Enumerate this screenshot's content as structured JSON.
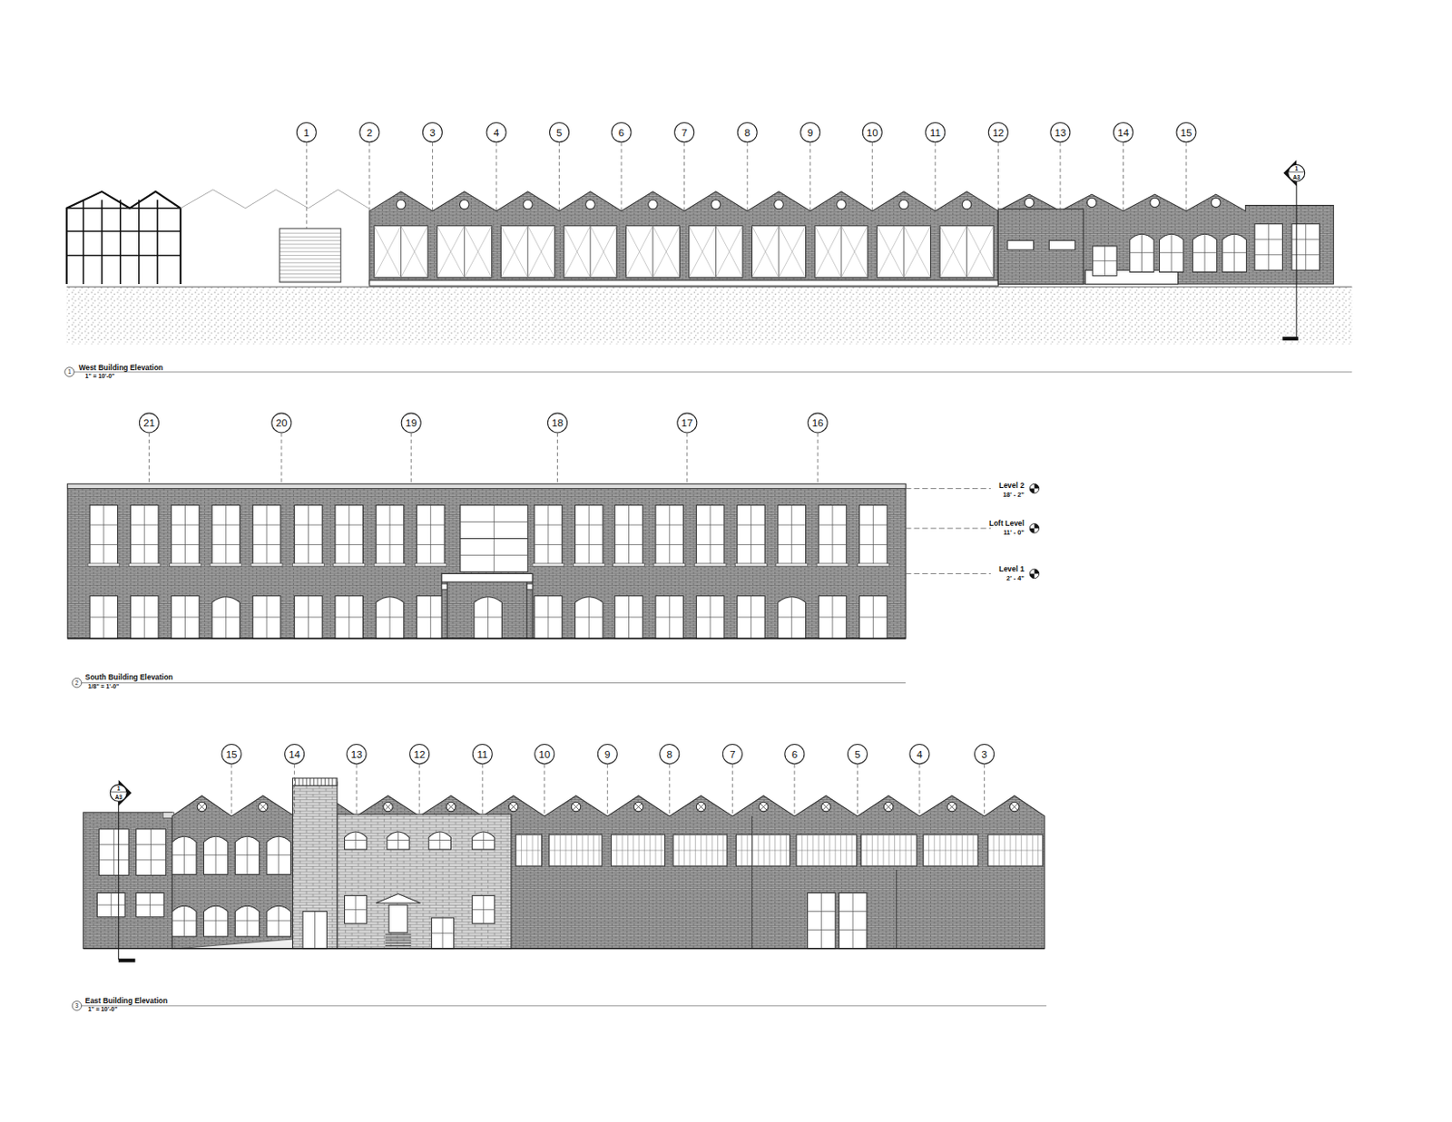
{
  "diagram": {
    "nodes": [
      {
        "text": [
          "1"
        ]
      },
      {
        "text": [
          "2"
        ]
      },
      {
        "text": [
          "3"
        ]
      },
      {
        "text": [
          "4"
        ]
      },
      {
        "text": [
          "5"
        ]
      },
      {
        "text": [
          "6"
        ]
      },
      {
        "text": [
          "7"
        ]
      },
      {
        "text": [
          "8"
        ]
      },
      {
        "text": [
          "9"
        ]
      },
      {
        "text": [
          "10"
        ]
      },
      {
        "text": [
          "11"
        ]
      },
      {
        "text": [
          "12"
        ]
      },
      {
        "text": [
          "13"
        ]
      },
      {
        "text": [
          "14"
        ]
      },
      {
        "text": [
          "15"
        ]
      },
      {
        "text": [
          "21"
        ]
      },
      {
        "text": [
          "20"
        ]
      },
      {
        "text": [
          "19"
        ]
      },
      {
        "text": [
          "18"
        ]
      },
      {
        "text": [
          "17"
        ]
      },
      {
        "text": [
          "16"
        ]
      },
      {
        "text": [
          "15"
        ]
      },
      {
        "text": [
          "14"
        ]
      },
      {
        "text": [
          "13"
        ]
      },
      {
        "text": [
          "12"
        ]
      },
      {
        "text": [
          "11"
        ]
      },
      {
        "text": [
          "10"
        ]
      },
      {
        "text": [
          "9"
        ]
      },
      {
        "text": [
          "8"
        ]
      },
      {
        "text": [
          "7"
        ]
      },
      {
        "text": [
          "6"
        ]
      },
      {
        "text": [
          "5"
        ]
      },
      {
        "text": [
          "4"
        ]
      },
      {
        "text": [
          "3"
        ]
      }
    ],
    "labels": [
      "1",
      "A3",
      "1",
      "West Building Elevation",
      "1\" = 10'-0\"",
      "Level 2",
      "18' - 2\"",
      "Loft Level",
      "11' - 0\"",
      "Level 1",
      "2' - 4\"",
      "2",
      "South Building Elevation",
      "1/8\" = 1'-0\"",
      "1",
      "A3",
      "3",
      "East Building Elevation",
      "1\" = 10'-0\""
    ]
  }
}
